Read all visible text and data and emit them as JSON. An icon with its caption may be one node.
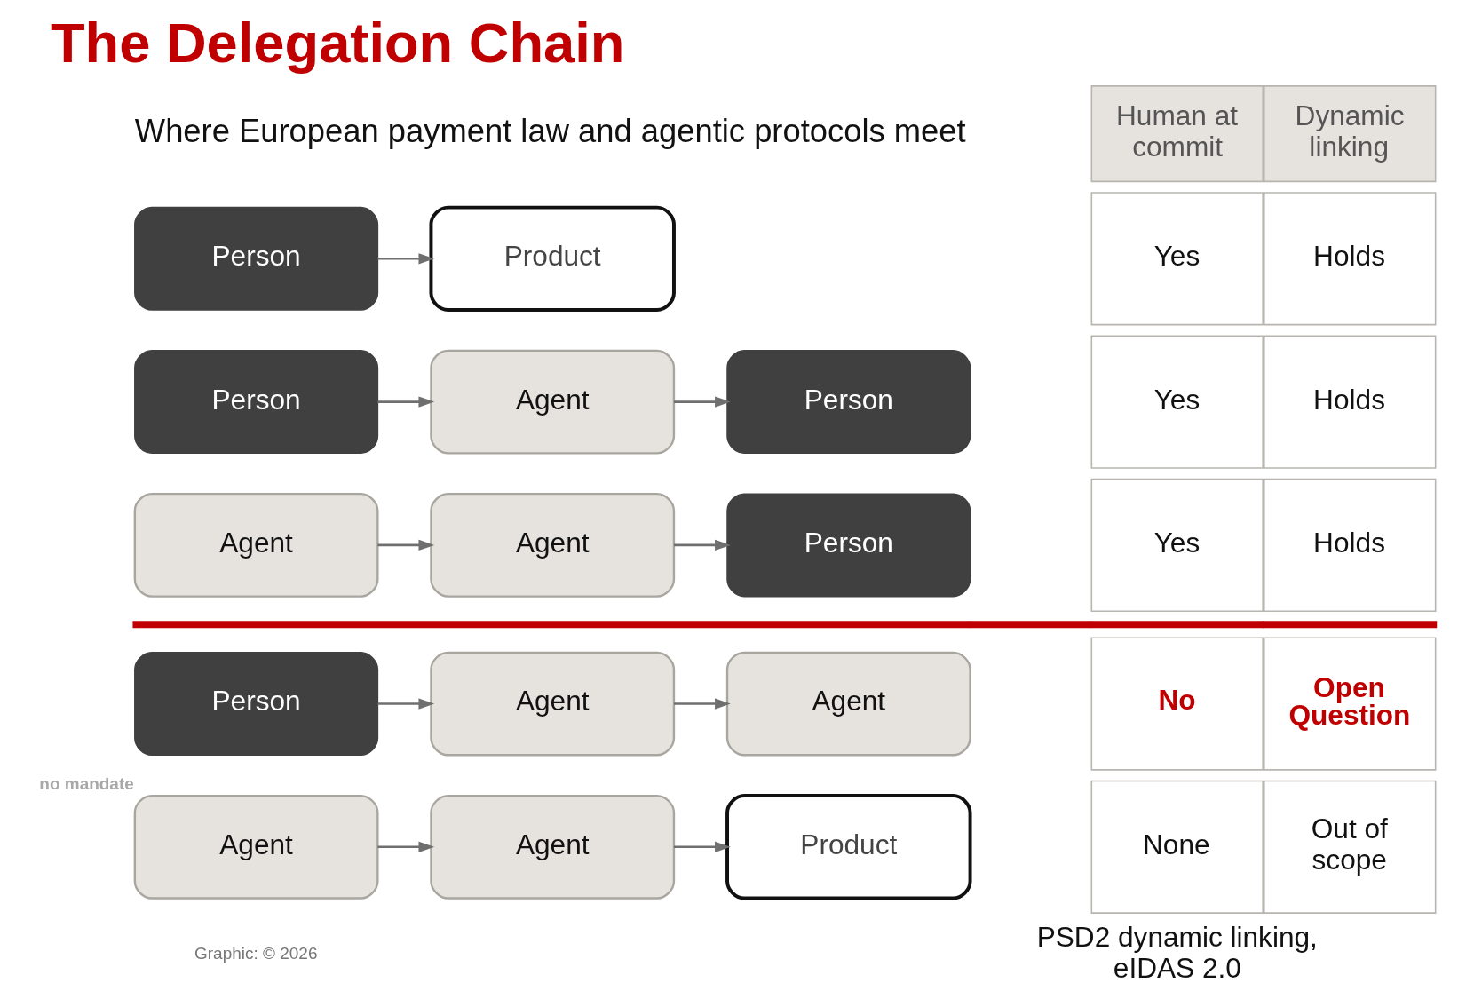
{
  "diagram": {
    "title": "The Delegation Chain",
    "nodes": [
      {
        "text": [
          "Person"
        ]
      },
      {
        "text": [
          "Product"
        ]
      },
      {
        "text": [
          "Person"
        ]
      },
      {
        "text": [
          "Agent"
        ]
      },
      {
        "text": [
          "Person"
        ]
      },
      {
        "text": [
          "Agent"
        ]
      },
      {
        "text": [
          "Agent"
        ]
      },
      {
        "text": [
          "Person"
        ]
      },
      {
        "text": [
          "Person"
        ]
      },
      {
        "text": [
          "Agent"
        ]
      },
      {
        "text": [
          "Agent"
        ]
      },
      {
        "text": [
          "Agent"
        ],
        "beside": [
          "no mandate"
        ]
      },
      {
        "text": [
          "Agent"
        ]
      },
      {
        "text": [
          "Product"
        ]
      }
    ],
    "edges": [
      {
        "from": 0,
        "to": 1,
        "arrow": "to"
      },
      {
        "from": 2,
        "to": 3,
        "arrow": "to"
      },
      {
        "from": 3,
        "to": 4,
        "arrow": "to"
      },
      {
        "from": 5,
        "to": 6,
        "arrow": "to"
      },
      {
        "from": 6,
        "to": 7,
        "arrow": "to"
      },
      {
        "from": 8,
        "to": 9,
        "arrow": "to"
      },
      {
        "from": 9,
        "to": 10,
        "arrow": "to"
      },
      {
        "from": 11,
        "to": 12,
        "arrow": "to"
      },
      {
        "from": 12,
        "to": 13,
        "arrow": "to"
      }
    ],
    "labels": [
      "Where European payment law and agentic protocols meet",
      "Human at commit",
      "Dynamic linking",
      "Yes",
      "Holds",
      "Yes",
      "Holds",
      "Yes",
      "Holds",
      "No",
      "Open Question",
      "None",
      "Out of scope",
      "PSD2 dynamic linking, eIDAS 2.0",
      "Graphic: © 2026"
    ]
  }
}
